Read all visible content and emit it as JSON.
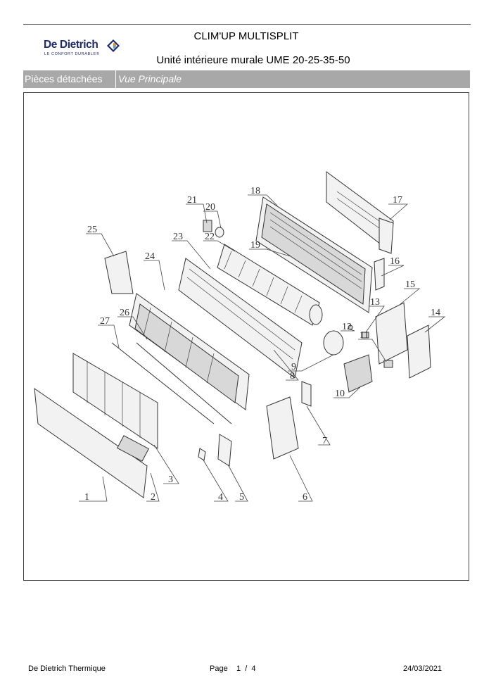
{
  "header": {
    "brand": "De Dietrich",
    "brand_tagline": "LE CONFORT DURABLE®",
    "title": "CLIM'UP MULTISPLIT",
    "subtitle": "Unité intérieure murale UME 20-25-35-50"
  },
  "section_bar": {
    "left": "Pièces détachées",
    "right": "Vue Principale"
  },
  "diagram": {
    "callouts": [
      "1",
      "2",
      "3",
      "4",
      "5",
      "6",
      "7",
      "8",
      "9",
      "10",
      "11",
      "12",
      "13",
      "14",
      "15",
      "16",
      "17",
      "18",
      "19",
      "20",
      "21",
      "22",
      "23",
      "24",
      "25",
      "26",
      "27"
    ]
  },
  "footer": {
    "company": "De Dietrich Thermique",
    "page_label": "Page",
    "page_current": "1",
    "page_separator": "/",
    "page_total": "4",
    "date": "24/03/2021"
  },
  "colors": {
    "brand_blue": "#1f2b6b",
    "brand_orange": "#f29100",
    "bar_gray": "#a8a8a8"
  }
}
